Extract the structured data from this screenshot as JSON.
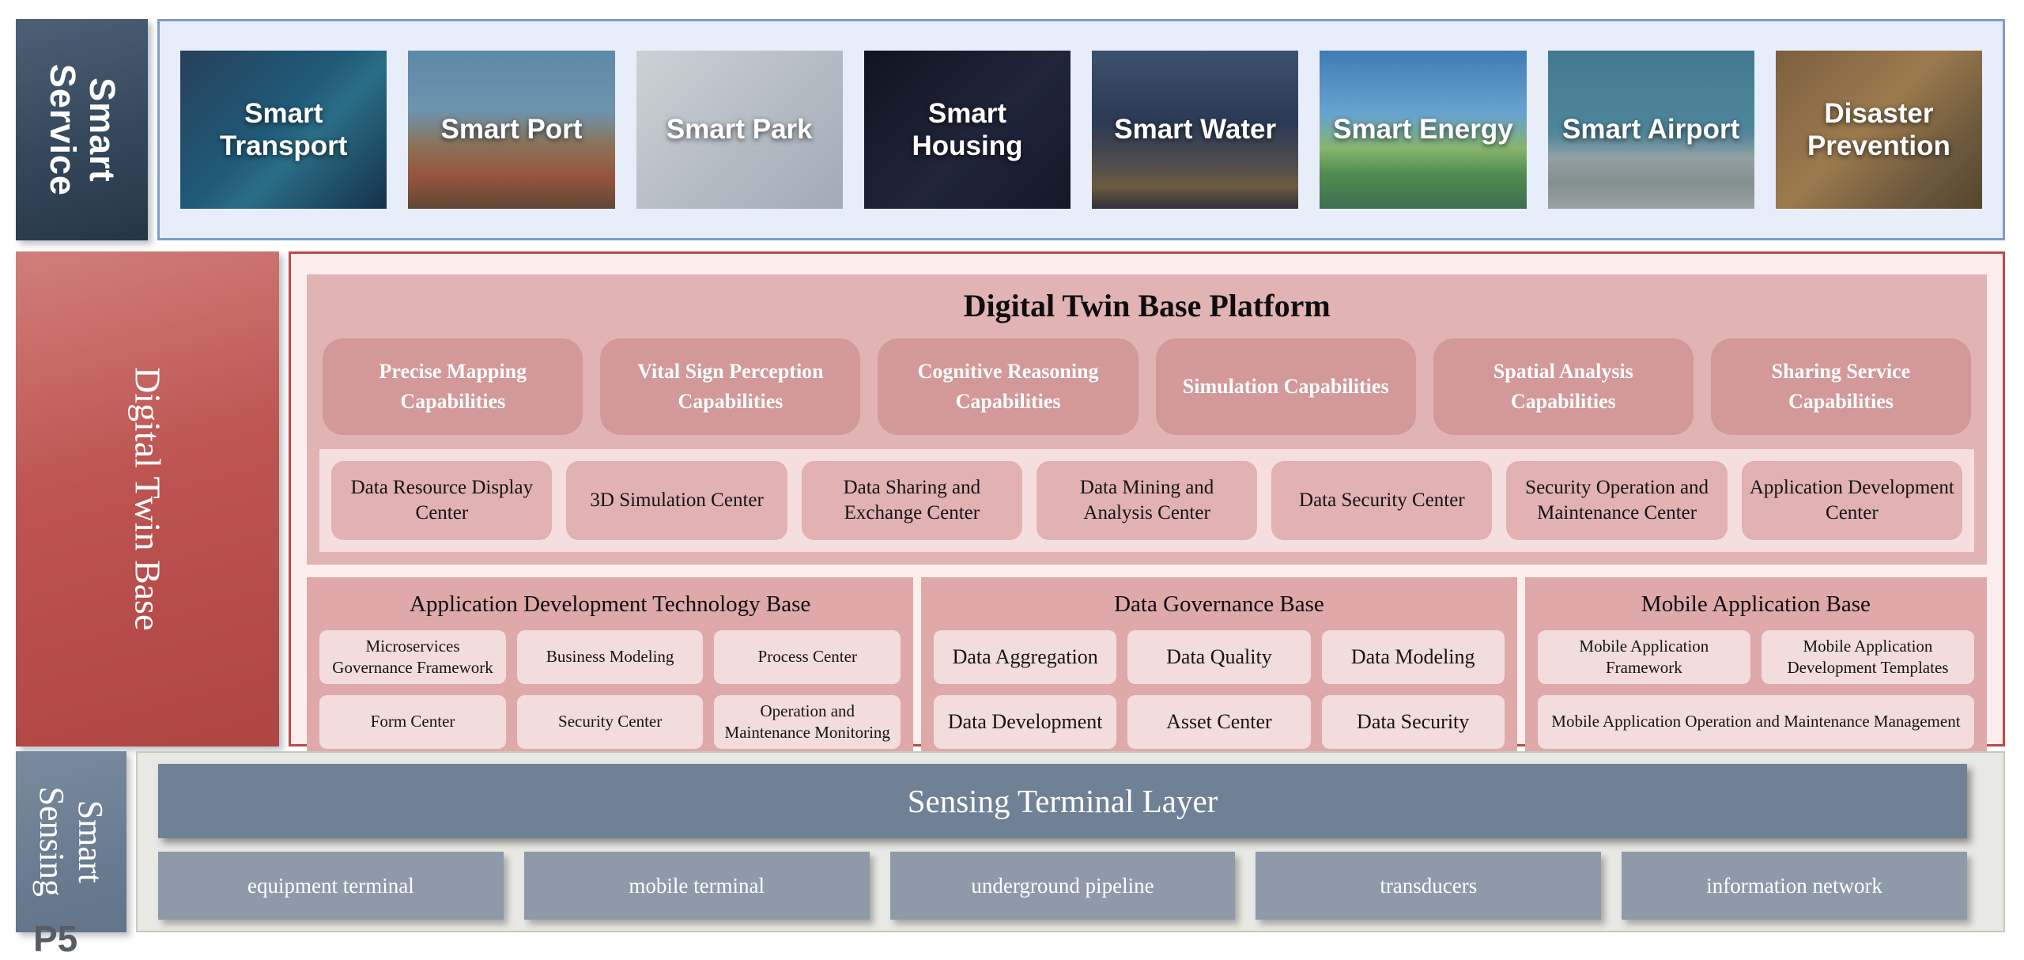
{
  "page": {
    "slide_number": "P5"
  },
  "colors": {
    "service_sidebar": "#34485c",
    "service_panel_bg": "#e8eef9",
    "service_panel_border": "#7d9cce",
    "twin_sidebar": "#bd5451",
    "twin_panel_bg": "#fdeeee",
    "twin_panel_border": "#bd4a47",
    "platform_bg": "#e1b3b3",
    "capability_box": "#d39898",
    "centers_strip_bg": "#f5dede",
    "center_box": "#e2b1b1",
    "base_bg": "#dfa9a9",
    "base_item_bg": "#f3dcdc",
    "sensing_sidebar": "#697c91",
    "sensing_panel_bg": "#e8e8e4",
    "sensing_bar": "#6e8195",
    "terminal_box": "#8e9aaa"
  },
  "bands": {
    "smart_service": {
      "sidebar_lines": [
        "Smart",
        "Service"
      ],
      "tiles": [
        "Smart Transport",
        "Smart Port",
        "Smart Park",
        "Smart Housing",
        "Smart Water",
        "Smart Energy",
        "Smart Airport",
        "Disaster Prevention"
      ]
    },
    "digital_twin_base": {
      "sidebar_label": "Digital Twin Base",
      "platform": {
        "title": "Digital Twin Base Platform",
        "capabilities": [
          "Precise Mapping Capabilities",
          "Vital Sign Perception Capabilities",
          "Cognitive Reasoning Capabilities",
          "Simulation Capabilities",
          "Spatial Analysis Capabilities",
          "Sharing Service Capabilities"
        ],
        "centers": [
          "Data Resource Display Center",
          "3D Simulation Center",
          "Data Sharing and Exchange Center",
          "Data Mining and Analysis Center",
          "Data Security Center",
          "Security Operation and Maintenance Center",
          "Application Development Center"
        ]
      },
      "bases": [
        {
          "title": "Application Development Technology Base",
          "items": [
            "Microservices Governance Framework",
            "Business Modeling",
            "Process Center",
            "Form Center",
            "Security Center",
            "Operation and Maintenance Monitoring"
          ]
        },
        {
          "title": "Data Governance Base",
          "items": [
            "Data Aggregation",
            "Data Quality",
            "Data Modeling",
            "Data Development",
            "Asset Center",
            "Data Security"
          ]
        },
        {
          "title": "Mobile Application Base",
          "items": [
            "Mobile Application Framework",
            "Mobile Application Development Templates"
          ],
          "footer_item": "Mobile Application Operation and Maintenance Management"
        }
      ]
    },
    "smart_sensing": {
      "sidebar_lines": [
        "Smart",
        "Sensing"
      ],
      "header": "Sensing Terminal Layer",
      "terminals": [
        "equipment terminal",
        "mobile terminal",
        "underground pipeline",
        "transducers",
        "information network"
      ]
    }
  }
}
